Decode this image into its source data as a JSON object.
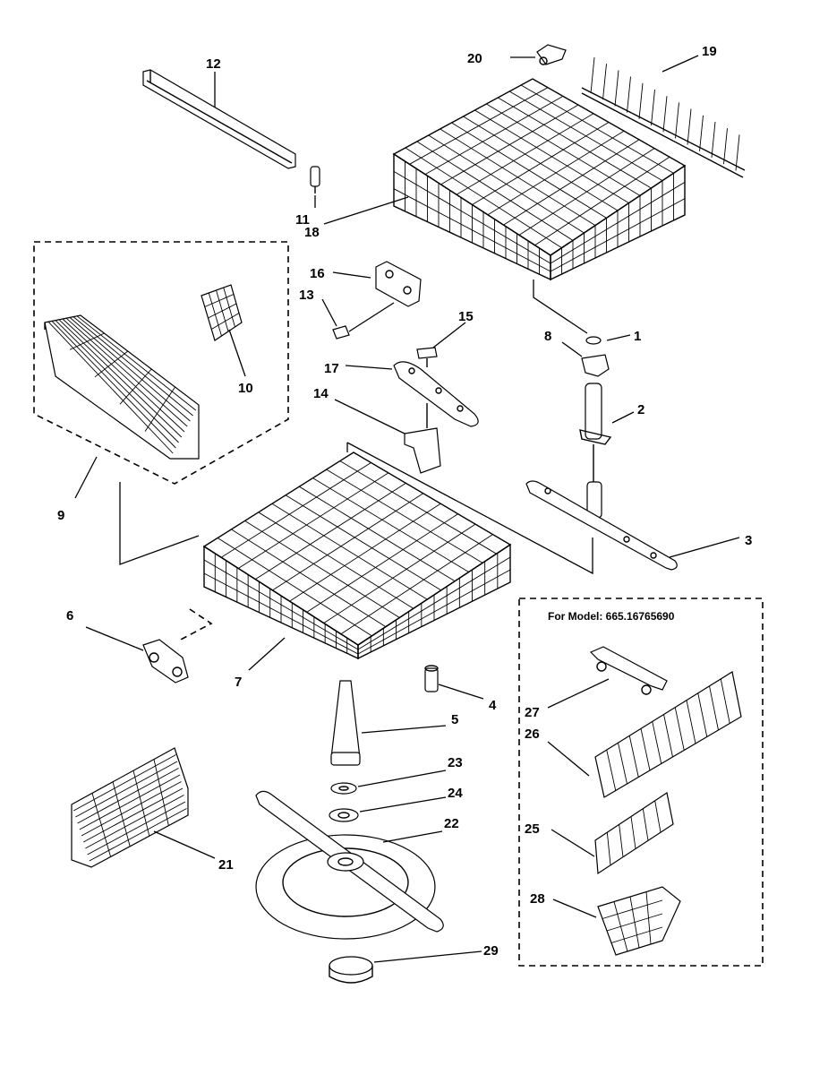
{
  "header_text": "",
  "model_note": "For Model: 665.16765690",
  "labels": {
    "n1": "1",
    "n2": "2",
    "n3": "3",
    "n4": "4",
    "n5": "5",
    "n6": "6",
    "n7": "7",
    "n8": "8",
    "n9": "9",
    "n10": "10",
    "n11": "11",
    "n12": "12",
    "n13": "13",
    "n14": "14",
    "n15": "15",
    "n16": "16",
    "n17": "17",
    "n18": "18",
    "n19": "19",
    "n20": "20",
    "n21": "21",
    "n22": "22",
    "n23": "23",
    "n24": "24",
    "n25": "25",
    "n26": "26",
    "n27": "27",
    "n28": "28",
    "n29": "29"
  }
}
